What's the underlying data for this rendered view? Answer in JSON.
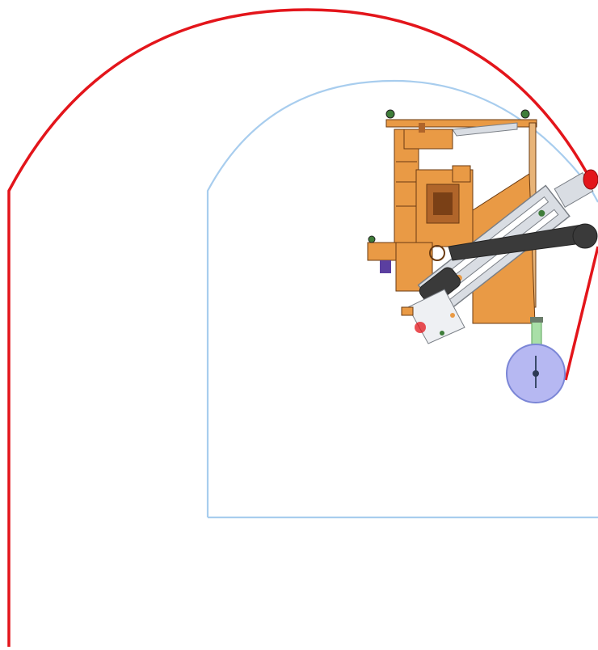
{
  "diagram": {
    "background": "#ffffff",
    "colors": {
      "outer_envelope": "#e3151b",
      "inner_envelope": "#a8cdee",
      "machine_body": "#e99a45",
      "machine_body_dark": "#b0652a",
      "machine_outline": "#6b3b12",
      "arm": "#3a3a3a",
      "arm_dark": "#222222",
      "carriage": "#d9dde3",
      "carriage_outline": "#7a7f86",
      "wheel_fill": "#b6b8f2",
      "wheel_outline": "#7b86d6",
      "mast": "#a9dfa8",
      "accent_purple": "#5b3fa0",
      "accent_green": "#3f7d3a",
      "tool_red": "#e3151b"
    },
    "icons": [
      "machine-assembly",
      "boom-arm",
      "wheel",
      "tool-head"
    ]
  }
}
